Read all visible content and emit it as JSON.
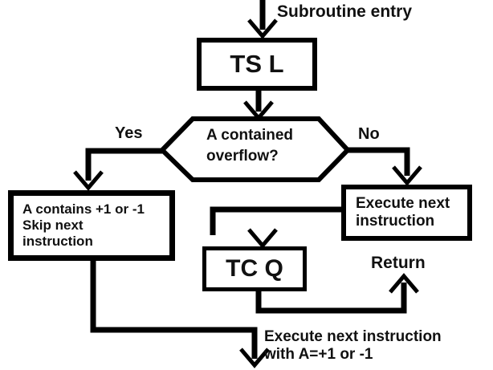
{
  "flowchart": {
    "entry_label": "Subroutine entry",
    "yes_label": "Yes",
    "no_label": "No",
    "return_label": "Return",
    "exit_label": "Execute next instruction\nwith A=+1 or -1",
    "nodes": {
      "ts_l": "TS L",
      "decision": "A contained\noverflow?",
      "skip": "A contains +1 or -1\nSkip next\ninstruction",
      "execute": "Execute next\ninstruction",
      "tc_q": "TC Q"
    },
    "colors": {
      "line": "#000000",
      "text": "#111111",
      "background": "#ffffff"
    }
  }
}
